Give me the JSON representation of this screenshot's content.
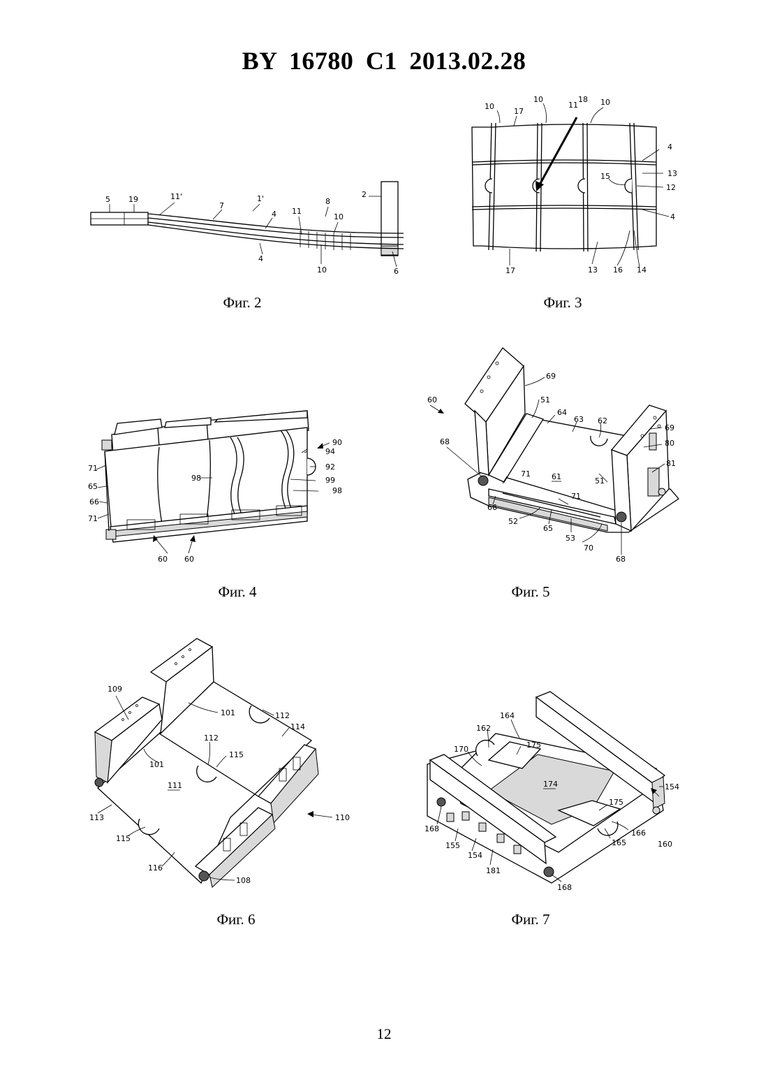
{
  "header": {
    "title": "BY  16780  C1  2013.02.28"
  },
  "page_number": "12",
  "figures": [
    {
      "id": "fig2",
      "caption": "Фиг. 2",
      "labels": [
        "5",
        "19",
        "11'",
        "7",
        "1'",
        "4",
        "11",
        "8",
        "10",
        "2",
        "4",
        "10",
        "6"
      ]
    },
    {
      "id": "fig3",
      "caption": "Фиг. 3",
      "labels": [
        "10",
        "17",
        "10",
        "11",
        "18",
        "10",
        "4",
        "13",
        "15",
        "12",
        "4",
        "17",
        "13",
        "16",
        "14"
      ]
    },
    {
      "id": "fig4",
      "caption": "Фиг. 4",
      "labels": [
        "90",
        "94",
        "92",
        "99",
        "98",
        "98",
        "71",
        "65",
        "66",
        "71",
        "60",
        "60"
      ]
    },
    {
      "id": "fig5",
      "caption": "Фиг. 5",
      "labels": [
        "69",
        "60",
        "51",
        "64",
        "63",
        "62",
        "69",
        "80",
        "81",
        "68",
        "71",
        "61",
        "51",
        "66",
        "71",
        "52",
        "65",
        "53",
        "70",
        "68"
      ]
    },
    {
      "id": "fig6",
      "caption": "Фиг. 6",
      "labels": [
        "109",
        "101",
        "112",
        "114",
        "112",
        "101",
        "115",
        "111",
        "113",
        "110",
        "115",
        "116",
        "108"
      ]
    },
    {
      "id": "fig7",
      "caption": "Фиг. 7",
      "labels": [
        "164",
        "162",
        "170",
        "175",
        "174",
        "154",
        "175",
        "168",
        "155",
        "154",
        "166",
        "160",
        "165",
        "181",
        "168"
      ]
    }
  ]
}
